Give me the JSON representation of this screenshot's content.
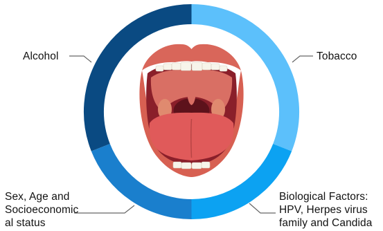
{
  "labels": {
    "alcohol": "Alcohol",
    "tobacco": "Tobacco",
    "sex_age": [
      "Sex, Age and",
      "Socioeconomic",
      "al status"
    ],
    "biological": [
      "Biological Factors:",
      "HPV, Herpes virus",
      "family and Candida"
    ]
  },
  "colors": {
    "alcohol_segment": "#0a4a82",
    "tobacco_segment": "#5cc0fb",
    "sex_age_segment": "#1a7fcd",
    "biological_segment": "#0ca2f2",
    "leader_line": "#666666",
    "lip": "#d9665a",
    "mouth_inside": "#d96f64",
    "tongue": "#e05a5a",
    "teeth": "#f7f4ea"
  },
  "icons": {
    "center_illustration": "open-mouth-illustration"
  }
}
